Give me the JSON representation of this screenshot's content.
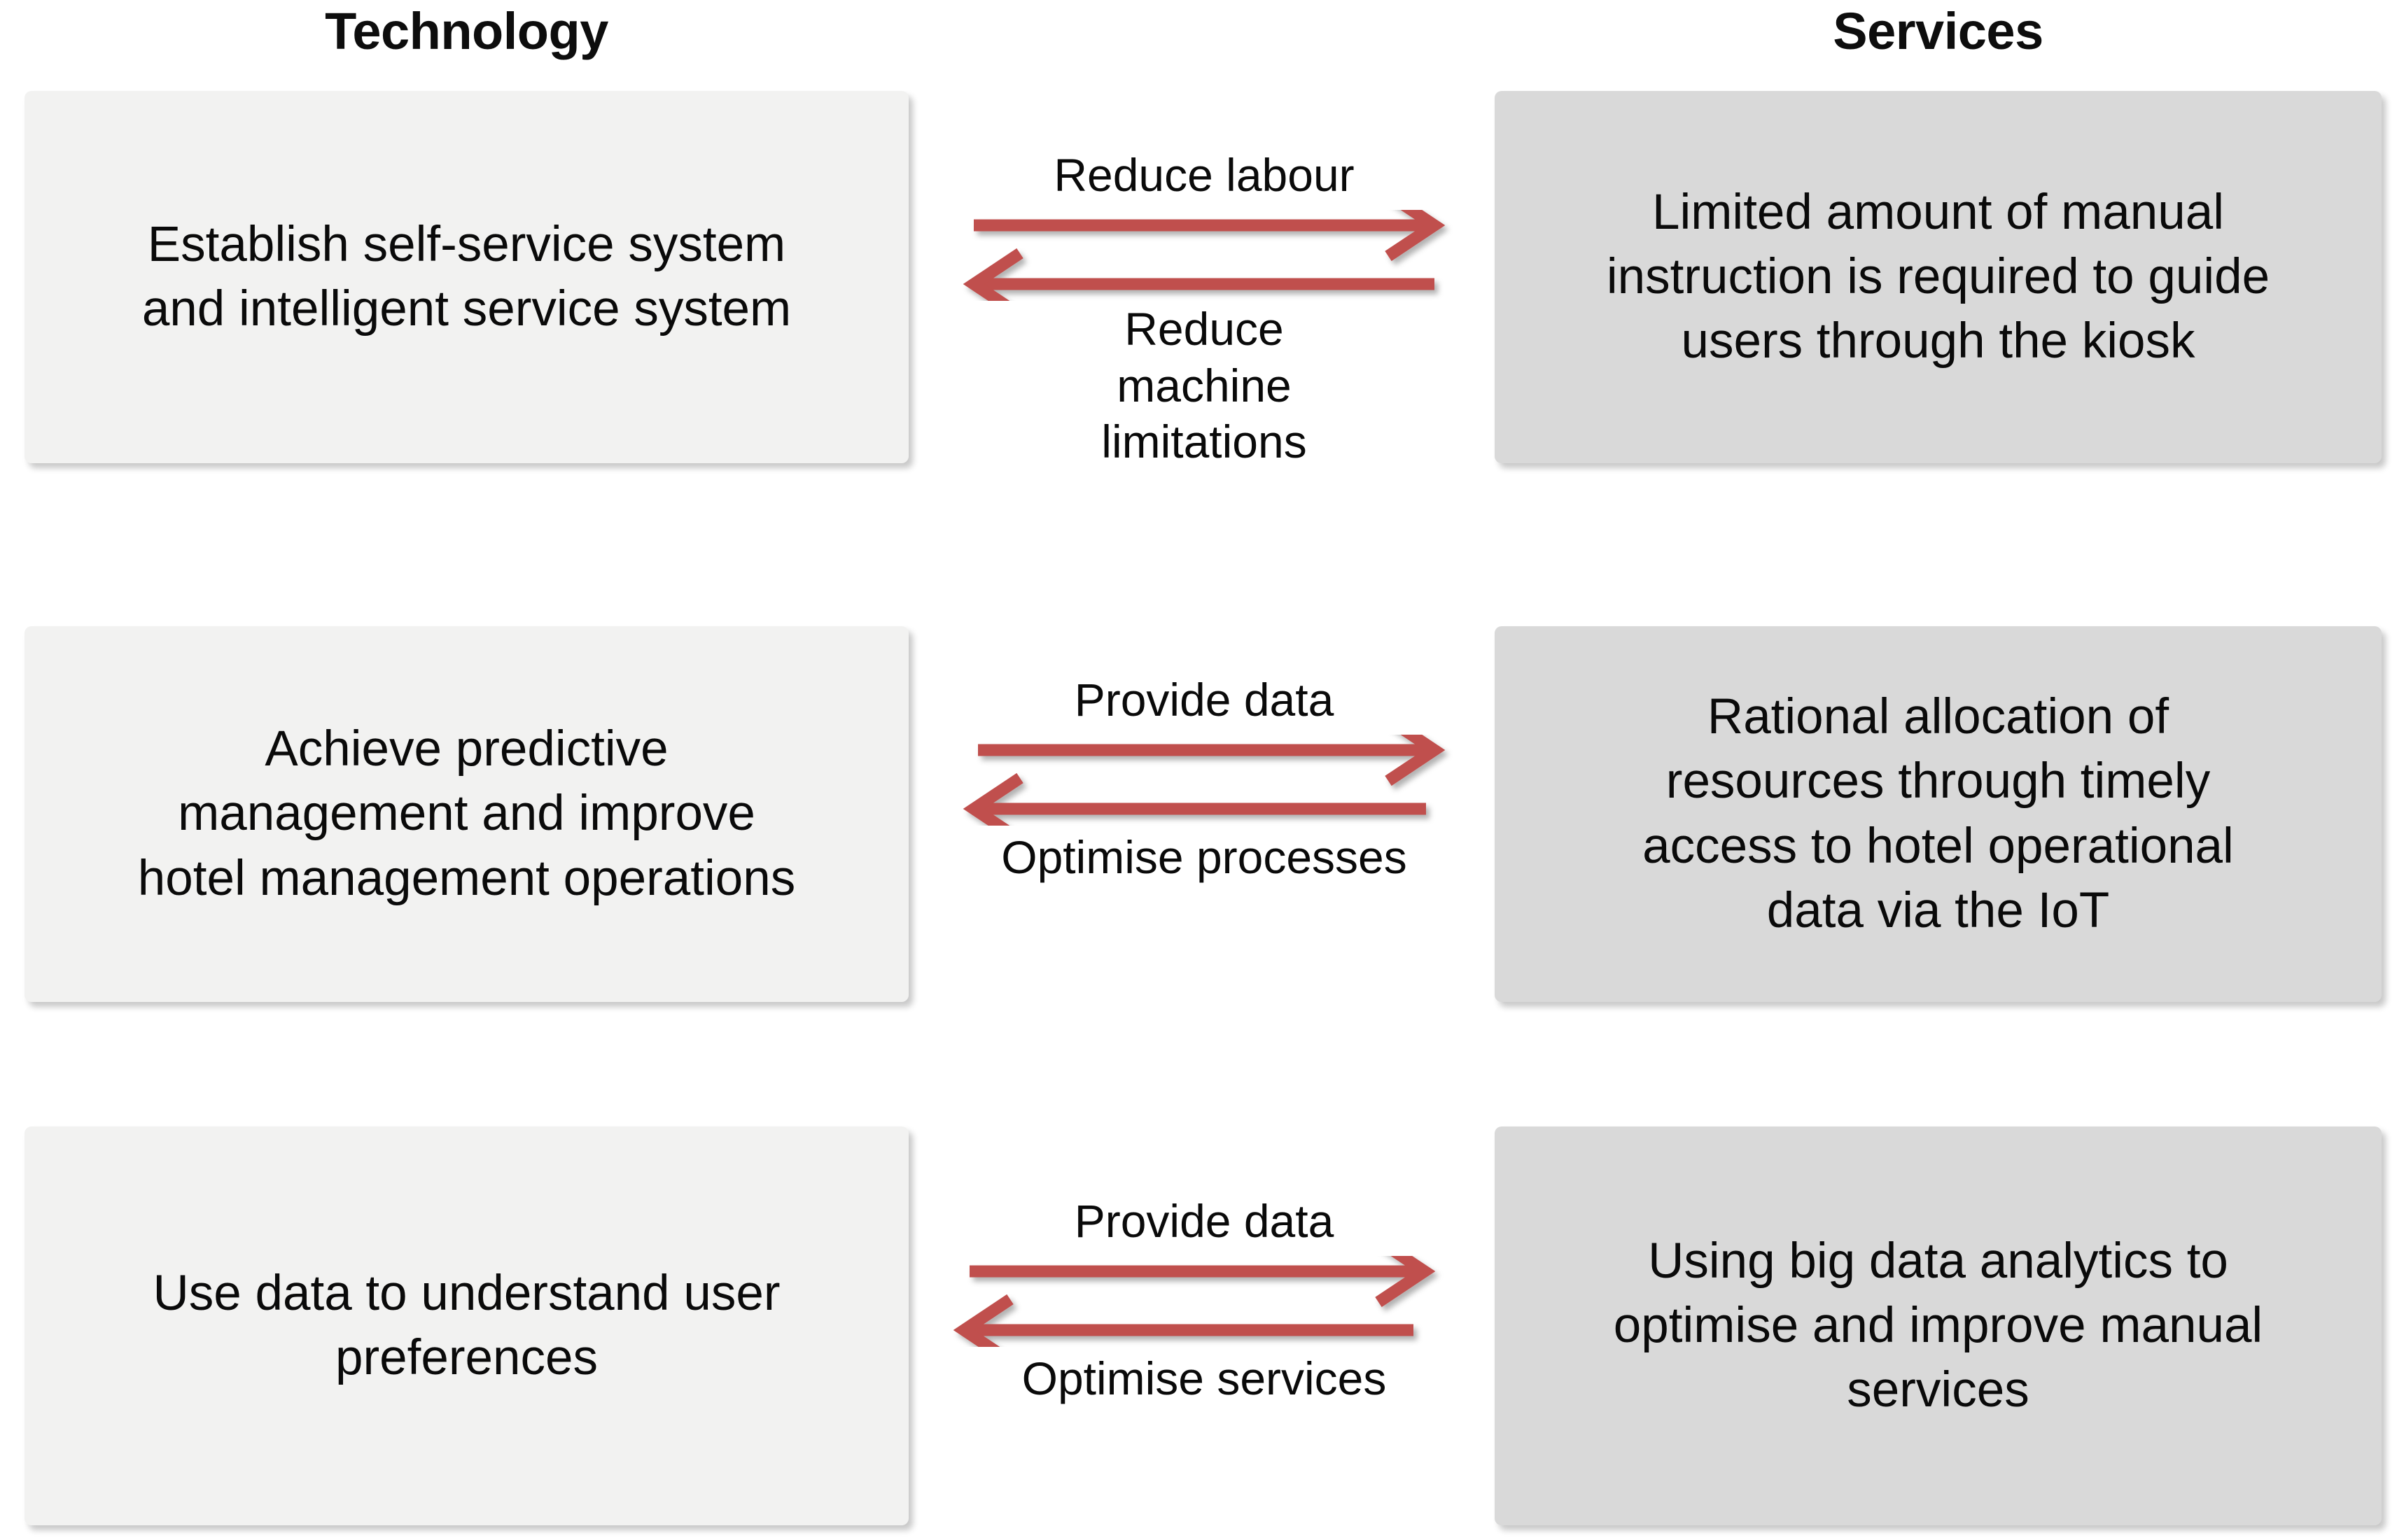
{
  "columns": {
    "left_title": "Technology",
    "right_title": "Services"
  },
  "colors": {
    "arrow": "#c0504d",
    "left_box_fill": "#f2f2f1",
    "right_box_fill": "#d9d9d9",
    "text": "#0a0a0a",
    "background": "#ffffff"
  },
  "rows": [
    {
      "left_box": "Establish self-service system\nand intelligent service system",
      "right_box": "Limited amount of manual\ninstruction is required to guide\nusers through the kiosk",
      "arrow_forward_label": "Reduce labour",
      "arrow_backward_label": "Reduce\nmachine\nlimitations"
    },
    {
      "left_box": "Achieve predictive\nmanagement and improve\nhotel management operations",
      "right_box": "Rational allocation of\nresources through timely\naccess to hotel operational\ndata via the IoT",
      "arrow_forward_label": "Provide data",
      "arrow_backward_label": "Optimise processes"
    },
    {
      "left_box": "Use data to understand user\npreferences",
      "right_box": "Using big data analytics to\noptimise and improve manual\nservices",
      "arrow_forward_label": "Provide data",
      "arrow_backward_label": "Optimise services"
    }
  ]
}
